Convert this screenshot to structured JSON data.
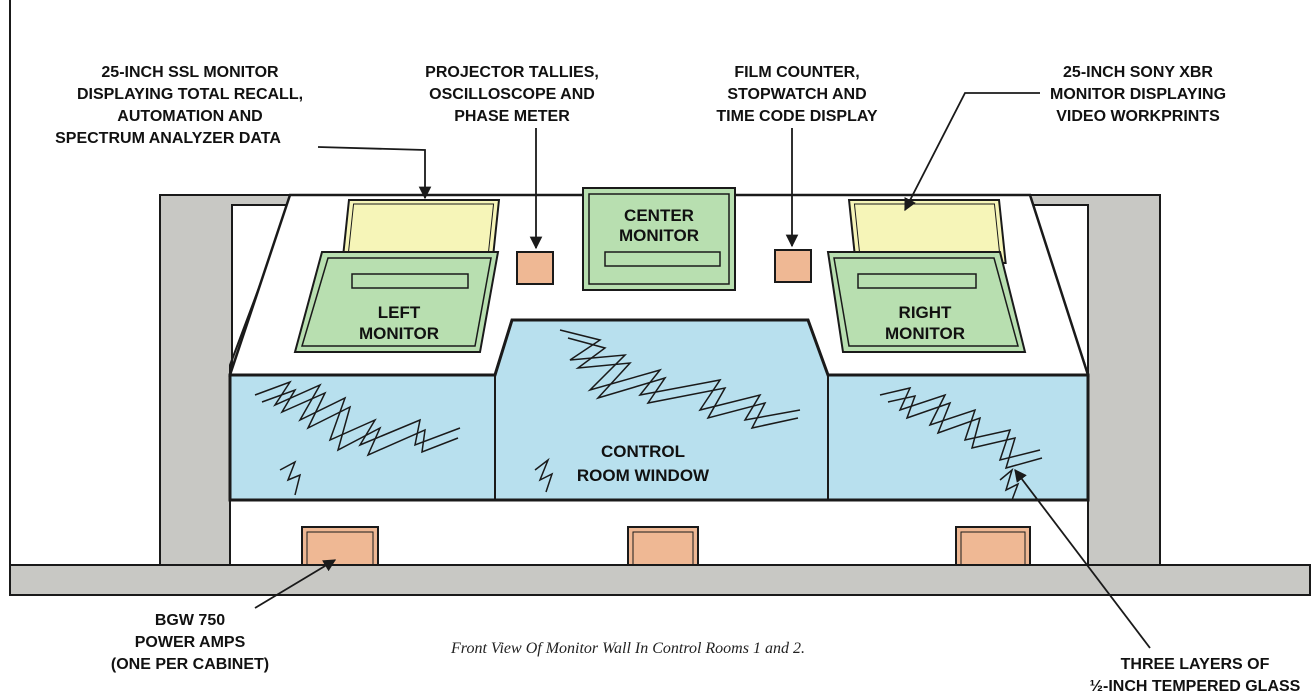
{
  "callouts": {
    "ssl_monitor": [
      "25-INCH SSL MONITOR",
      "DISPLAYING TOTAL RECALL,",
      "AUTOMATION AND",
      "SPECTRUM ANALYZER DATA"
    ],
    "projector": [
      "PROJECTOR TALLIES,",
      "OSCILLOSCOPE AND",
      "PHASE METER"
    ],
    "film_counter": [
      "FILM COUNTER,",
      "STOPWATCH AND",
      "TIME CODE DISPLAY"
    ],
    "sony_monitor": [
      "25-INCH SONY XBR",
      "MONITOR DISPLAYING",
      "VIDEO WORKPRINTS"
    ],
    "power_amps": [
      "BGW 750",
      "POWER AMPS",
      "(ONE PER CABINET)"
    ],
    "glass": [
      "THREE LAYERS OF",
      "½-INCH TEMPERED GLASS"
    ]
  },
  "monitors": {
    "center": [
      "CENTER",
      "MONITOR"
    ],
    "left": [
      "LEFT",
      "MONITOR"
    ],
    "right": [
      "RIGHT",
      "MONITOR"
    ]
  },
  "window": [
    "CONTROL",
    "ROOM WINDOW"
  ],
  "caption": "Front View Of Monitor Wall In Control Rooms 1 and 2.",
  "colors": {
    "wall": "#c8c8c4",
    "console": "#ffffff",
    "glass": "#b8e0ee",
    "monitor_green": "#b8dfb0",
    "monitor_yellow": "#f6f5b8",
    "amp": "#efb894",
    "outline": "#1a1a1a"
  }
}
